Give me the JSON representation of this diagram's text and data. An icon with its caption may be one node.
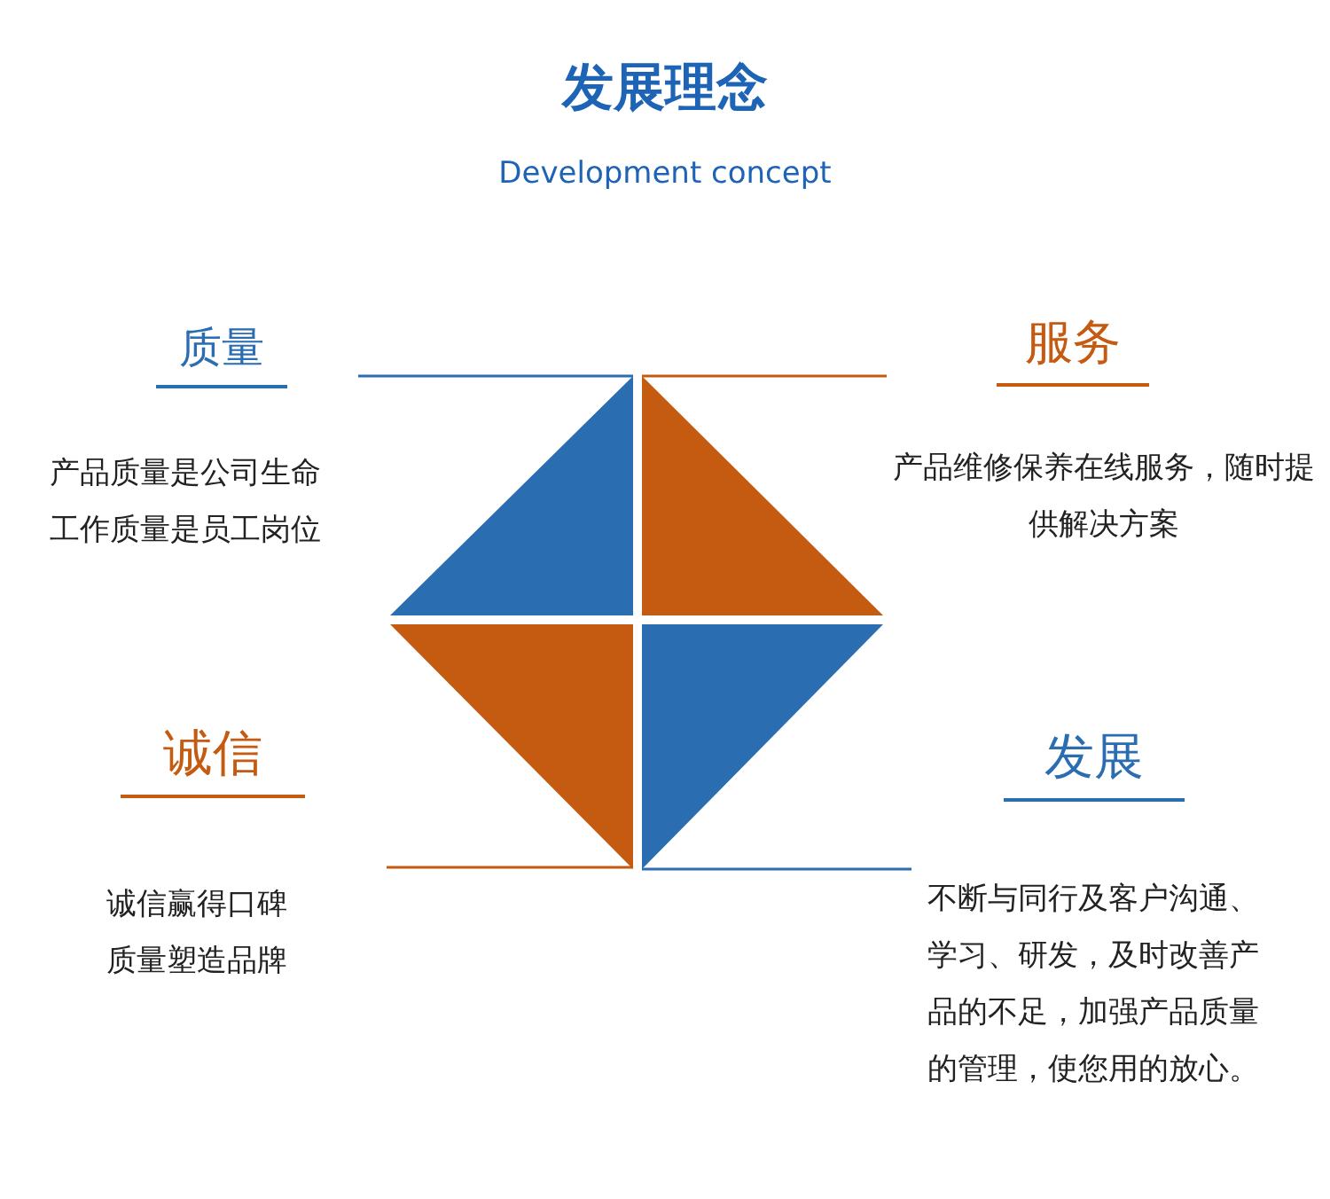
{
  "diagram": {
    "title": "发展理念",
    "caption": "Development concept",
    "nodes": [
      {
        "text": [
          "质量",
          "产品质量是公司生命工作质量是员工岗位"
        ]
      },
      {
        "text": [
          "服务",
          "产品维修保养在线服务，随时提供解决方案"
        ]
      },
      {
        "text": [
          "诚信",
          "诚信赢得口碑质量塑造品牌"
        ]
      },
      {
        "text": [
          "发展",
          "不断与同行及客户沟通、学习、研发，及时改善产品的不足，加强产品质量的管理，使您用的放心。"
        ]
      }
    ]
  }
}
